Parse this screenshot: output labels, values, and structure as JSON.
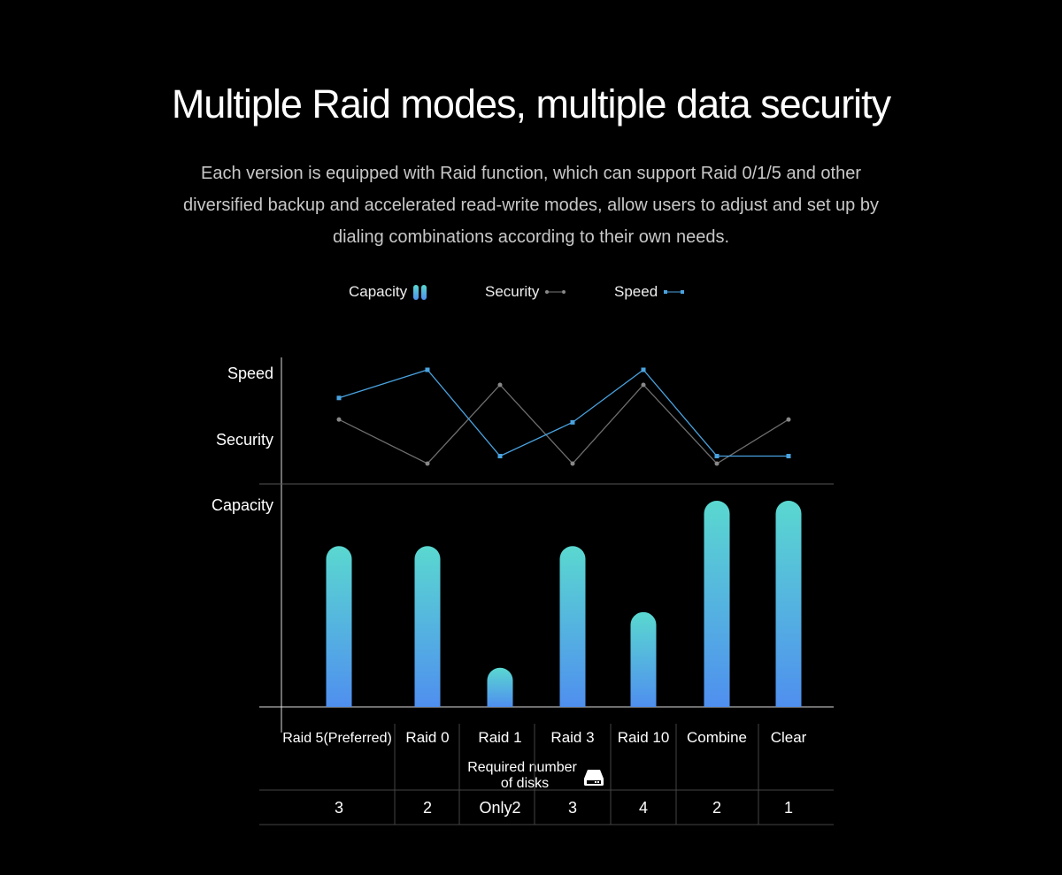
{
  "header": {
    "title": "Multiple Raid modes, multiple data security",
    "subtitle": "Each version is equipped with Raid function, which can support Raid 0/1/5 and other diversified backup and accelerated read-write modes, allow users to adjust and set up by dialing combinations according to their own needs."
  },
  "colors": {
    "speed": "#4aa3e0",
    "security": "#6e6e6e",
    "bar_top": "#5ad8d0",
    "bar_bottom": "#4f8fef"
  },
  "chart_data": {
    "type": "bar",
    "legend": [
      {
        "label": "Capacity",
        "icon": "bars-icon"
      },
      {
        "label": "Security",
        "icon": "line-dot-icon"
      },
      {
        "label": "Speed",
        "icon": "line-square-icon"
      }
    ],
    "axis_labels": {
      "speed": "Speed",
      "security": "Security",
      "capacity": "Capacity"
    },
    "categories": [
      "Raid 5(Preferred)",
      "Raid 0",
      "Raid 1",
      "Raid 3",
      "Raid 10",
      "Combine",
      "Clear"
    ],
    "series": [
      {
        "name": "Capacity",
        "type": "bar",
        "values": [
          78,
          78,
          19,
          78,
          46,
          100,
          100
        ]
      },
      {
        "name": "Security",
        "type": "line",
        "values": [
          0.47,
          0,
          0.84,
          0,
          0.84,
          0,
          0.47
        ]
      },
      {
        "name": "Speed",
        "type": "line",
        "values": [
          0.7,
          1,
          0.08,
          0.44,
          1,
          0.08,
          0.08
        ]
      }
    ],
    "ylim_capacity": [
      0,
      100
    ],
    "ylim_lines": [
      0,
      1
    ],
    "table": {
      "label": "Required number of disks",
      "label_line1": "Required number",
      "label_line2": "of disks",
      "icon": "hard-disk-icon",
      "values": [
        "3",
        "2",
        "Only2",
        "3",
        "4",
        "2",
        "1"
      ]
    }
  }
}
